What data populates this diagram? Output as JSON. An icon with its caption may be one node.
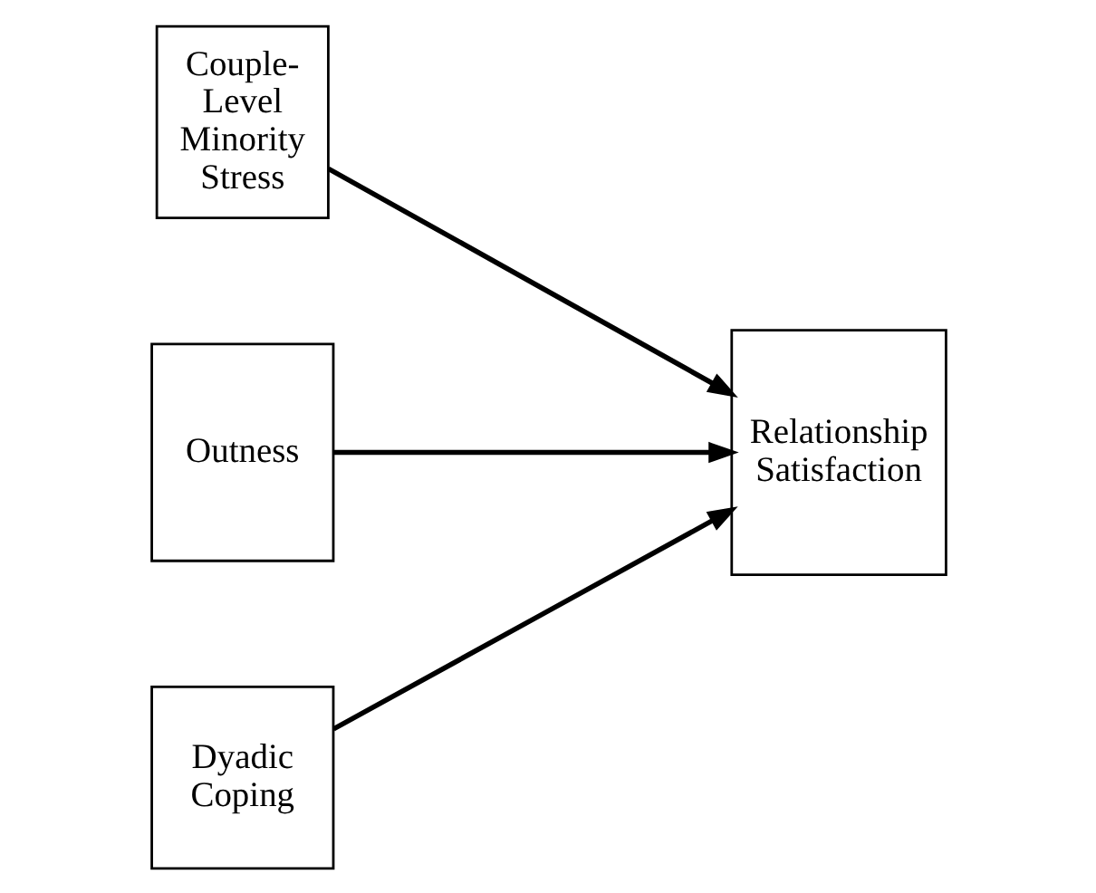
{
  "diagram": {
    "nodes": [
      {
        "text": [
          "Couple- Level Minority Stress"
        ]
      },
      {
        "text": [
          "Outness"
        ]
      },
      {
        "text": [
          "Dyadic Coping"
        ]
      },
      {
        "text": [
          "Relationship Satisfaction"
        ]
      }
    ],
    "edges": [
      {
        "from": 0,
        "to": 3,
        "arrow": "to"
      },
      {
        "from": 1,
        "to": 3,
        "arrow": "to"
      },
      {
        "from": 2,
        "to": 3,
        "arrow": "to"
      }
    ]
  }
}
